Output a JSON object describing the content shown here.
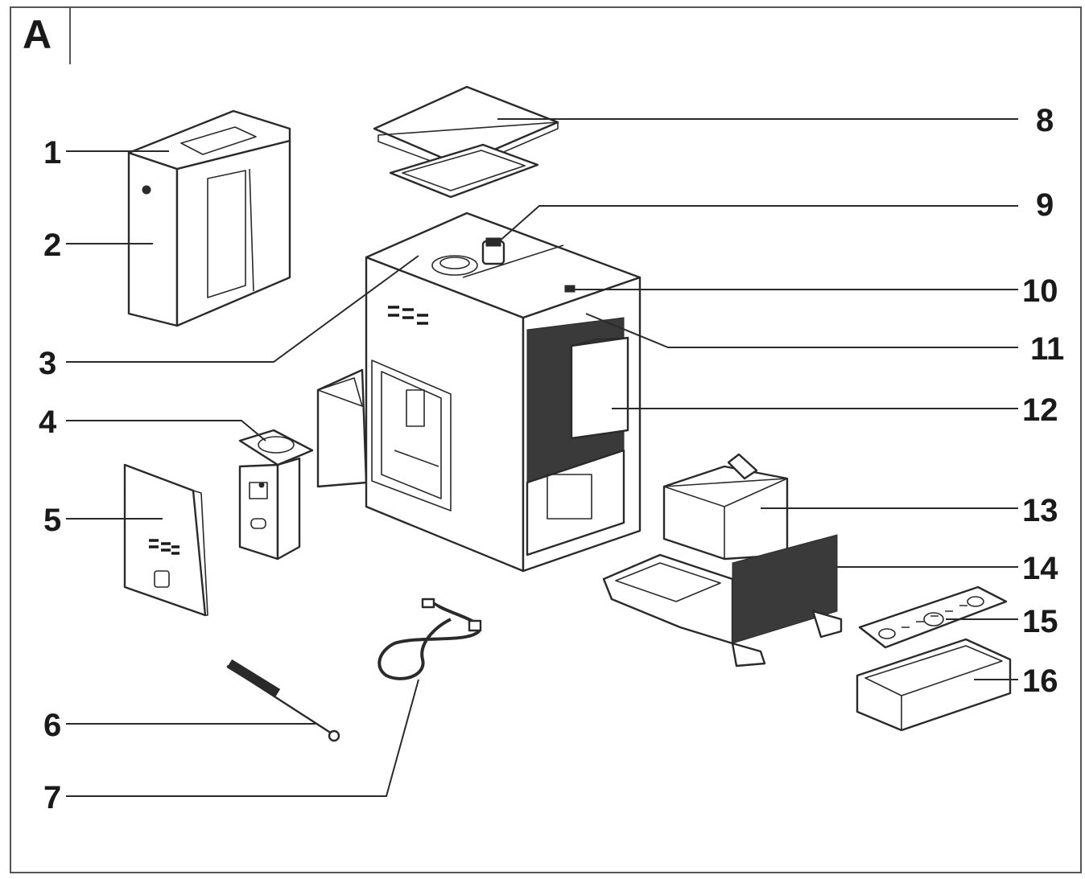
{
  "figure": {
    "letter": "A",
    "callouts": [
      "1",
      "2",
      "3",
      "4",
      "5",
      "6",
      "7",
      "8",
      "9",
      "10",
      "11",
      "12",
      "13",
      "14",
      "15",
      "16"
    ]
  },
  "colors": {
    "line": "#2a2a2a",
    "frame": "#555555",
    "background": "#ffffff"
  }
}
